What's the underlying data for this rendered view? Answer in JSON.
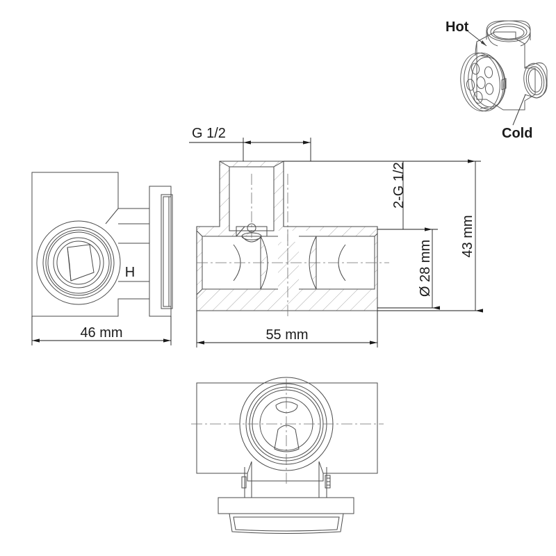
{
  "drawing": {
    "title": "Valve technical drawing",
    "background_color": "#ffffff",
    "line_color": "#3c3c3c",
    "dim_line_color": "#1a1a1a",
    "hatch_color": "#8a8a8a"
  },
  "dimensions": {
    "width_left_view": "46 mm",
    "width_section_view": "55 mm",
    "height_overall": "43 mm",
    "diameter_body": "Ø 28 mm",
    "thread_top": "G 1/2",
    "thread_side": "2-G 1/2"
  },
  "marks": {
    "hot_label": "Hot",
    "cold_label": "Cold",
    "hot_color": "#d02020",
    "cold_color": "#2aabd2",
    "handle_mark": "H"
  },
  "views": {
    "left": "left-side-view",
    "section": "center-cross-section-view",
    "bottom": "bottom-view",
    "iso": "isometric-3d-view"
  }
}
